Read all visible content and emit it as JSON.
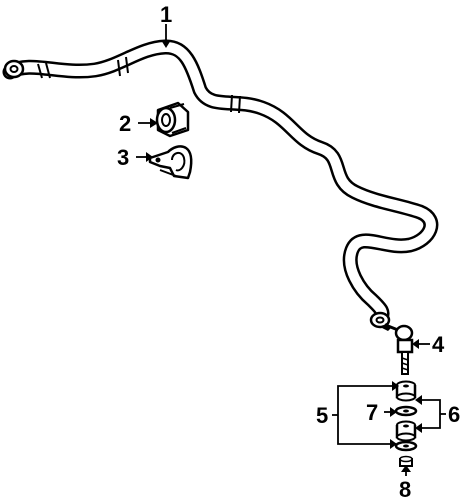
{
  "colors": {
    "ink": "#000000",
    "paper": "#ffffff"
  },
  "callouts": {
    "c1": "1",
    "c2": "2",
    "c3": "3",
    "c4": "4",
    "c5": "5",
    "c6": "6",
    "c7": "7",
    "c8": "8"
  },
  "parts": [
    {
      "callout": "1",
      "icon": "stabilizer-bar-icon"
    },
    {
      "callout": "2",
      "icon": "bushing-icon"
    },
    {
      "callout": "3",
      "icon": "bracket-icon"
    },
    {
      "callout": "4",
      "icon": "stabilizer-link-icon"
    },
    {
      "callout": "5",
      "icon": "link-kit-bracket-icon"
    },
    {
      "callout": "6",
      "icon": "insulator-icon"
    },
    {
      "callout": "7",
      "icon": "washer-icon"
    },
    {
      "callout": "8",
      "icon": "nut-icon"
    }
  ]
}
